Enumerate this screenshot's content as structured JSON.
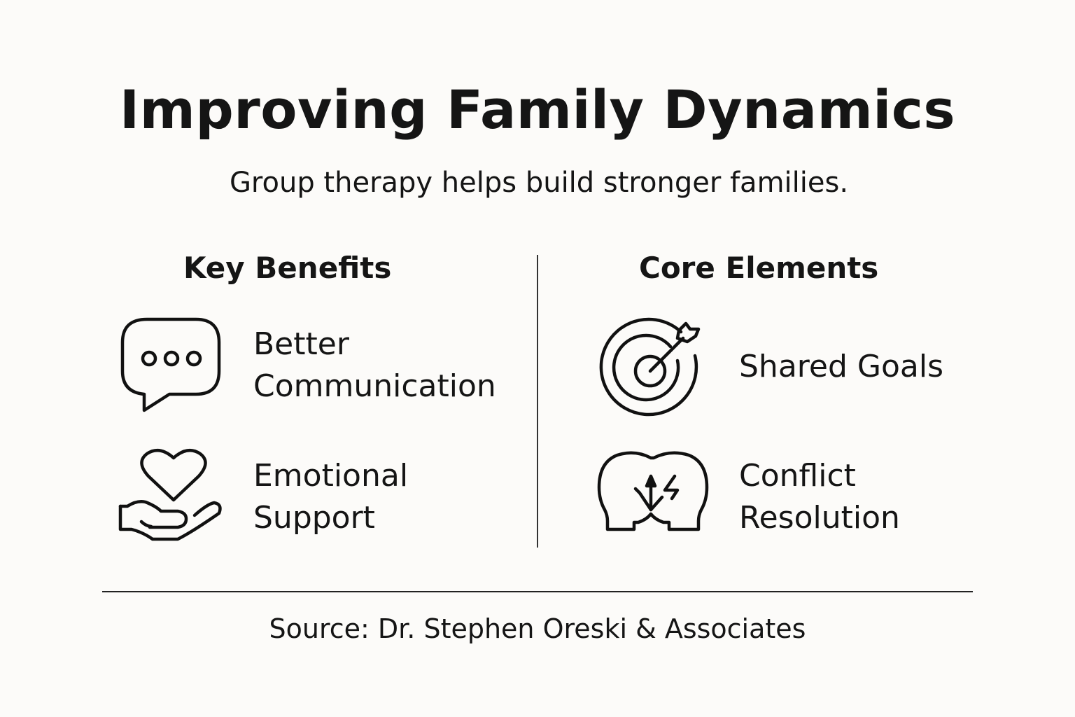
{
  "header": {
    "title": "Improving Family Dynamics",
    "subtitle": "Group therapy helps build stronger families."
  },
  "columns": [
    {
      "heading": "Key Benefits",
      "items": [
        {
          "icon": "speech-bubble-icon",
          "label_line1": "Better",
          "label_line2": "Communication"
        },
        {
          "icon": "heart-in-hand-icon",
          "label_line1": "Emotional",
          "label_line2": "Support"
        }
      ]
    },
    {
      "heading": "Core Elements",
      "items": [
        {
          "icon": "target-arrow-icon",
          "label_line1": "Shared Goals",
          "label_line2": ""
        },
        {
          "icon": "two-heads-conflict-icon",
          "label_line1": "Conflict",
          "label_line2": "Resolution"
        }
      ]
    }
  ],
  "footer": {
    "source": "Source: Dr. Stephen Oreski & Associates"
  },
  "colors": {
    "background": "#fcfbf9",
    "text": "#151515",
    "stroke": "#111111"
  }
}
